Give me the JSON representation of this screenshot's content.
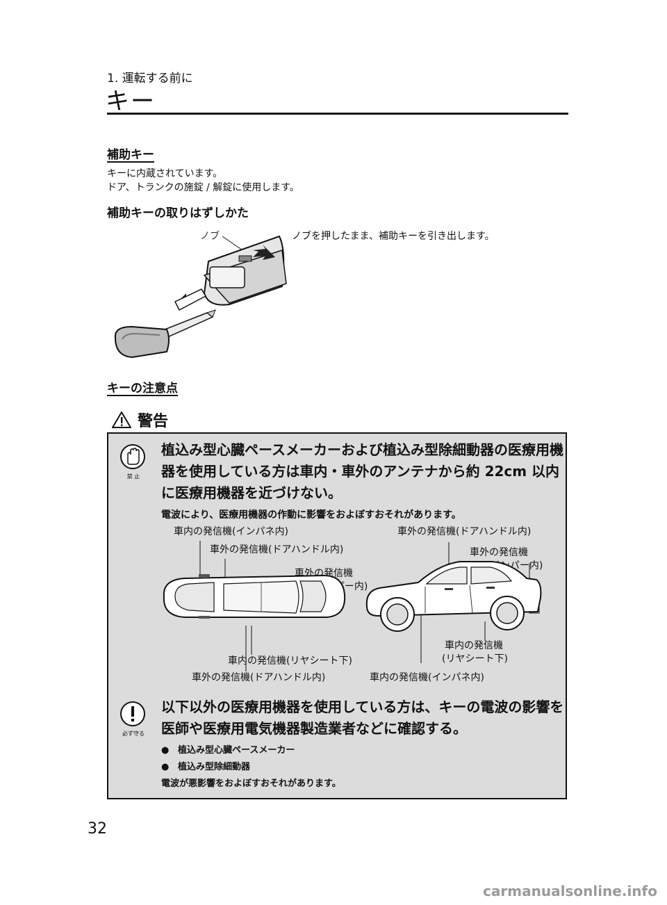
{
  "header": {
    "chapter": "1. 運転する前に",
    "title": "キー"
  },
  "sections": {
    "spare_key": {
      "heading": "補助キー",
      "lines": [
        "キーに内蔵されています。",
        "ドア、トランクの施錠 / 解錠に使用します。"
      ]
    },
    "removal": {
      "heading": "補助キーの取りはずしかた",
      "knob_label": "ノブ",
      "instruction": "ノブを押したまま、補助キーを引き出します。"
    },
    "caution": {
      "heading": "キーの注意点"
    }
  },
  "warning": {
    "label": "警告",
    "prohibit_icon_caption": "禁 止",
    "must_icon_caption": "必ず守る",
    "main_text": [
      "植込み型心臓ペースメーカーおよび植込み型除細動器の医療用機",
      "器を使用している方は車内・車外のアンテナから約 22cm 以内",
      "に医療用機器を近づけない。"
    ],
    "reason": "電波により、医療用機器の作動に影響をおよぼすおそれがあります。",
    "second_text": [
      "以下以外の医療用機器を使用している方は、キーの電波の影響を",
      "医師や医療用電気機器製造業者などに確認する。"
    ],
    "bullets": [
      "植込み型心臓ペースメーカー",
      "植込み型除細動器"
    ],
    "second_reason": "電波が悪影響をおよぼすおそれがあります。"
  },
  "diagram_labels": {
    "top_in_panel": "車内の発信機(インパネ内)",
    "top_out_handle": "車外の発信機(ドアハンドル内)",
    "top_out_bumper_1": "車外の発信機",
    "top_out_bumper_2": "(リヤバンパー内)",
    "bottom_in_seat": "車内の発信機(リヤシート下)",
    "bottom_out_handle": "車外の発信機(ドアハンドル内)",
    "side_out_handle": "車外の発信機(ドアハンドル内)",
    "side_out_bumper_1": "車外の発信機",
    "side_out_bumper_2": "(リヤバンパー内)",
    "side_in_seat_1": "車内の発信機",
    "side_in_seat_2": "(リヤシート下)",
    "side_in_panel": "車内の発信機(インパネ内)"
  },
  "footer": {
    "page_number": "32",
    "watermark": "carmanualsonline.info"
  }
}
